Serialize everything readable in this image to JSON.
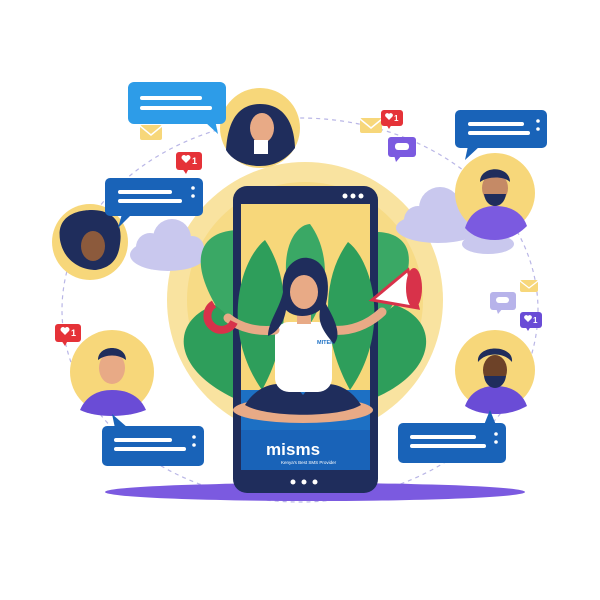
{
  "brand": {
    "name_prefix": "mi",
    "name_suffix": "sms",
    "tagline": "Kenya's Best SMS Provider",
    "shirt_text": "MITEK"
  },
  "notifications": [
    {
      "id": "heart-left-top",
      "count": "1"
    },
    {
      "id": "heart-left-mid",
      "count": "1"
    },
    {
      "id": "heart-top-right",
      "count": "1"
    },
    {
      "id": "heart-right-small",
      "count": "1"
    }
  ],
  "colors": {
    "phone_dark": "#1f2d5c",
    "screen_blue": "#1d70c4",
    "bubble_blue": "#1963b8",
    "bubble_light": "#2d9ce8",
    "cloud": "#c9c8ee",
    "sun": "#f7d77a",
    "leaf": "#2e9e5b",
    "heart_badge": "#e53238",
    "purple": "#6a4cd6",
    "floor": "#7b5ae0"
  }
}
